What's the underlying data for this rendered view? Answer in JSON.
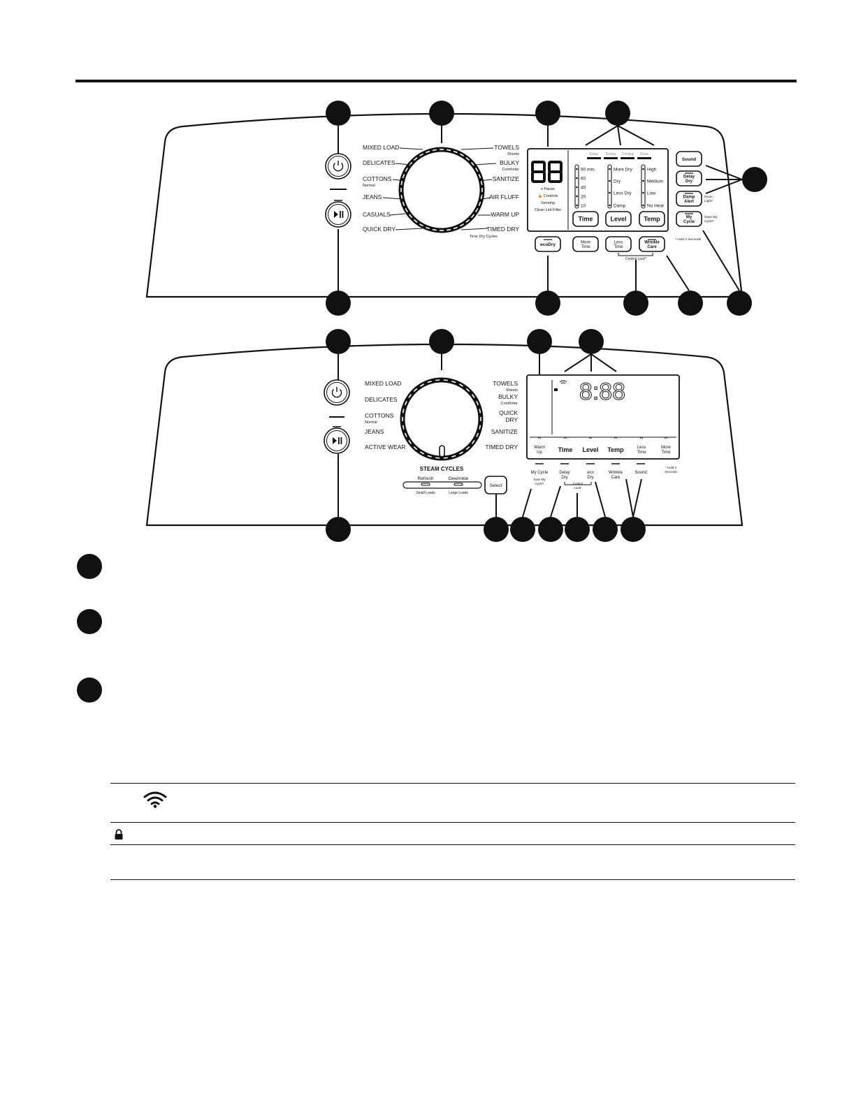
{
  "panel1": {
    "cycles_left": [
      {
        "label": "MIXED LOAD",
        "sub": ""
      },
      {
        "label": "DELICATES",
        "sub": ""
      },
      {
        "label": "COTTONS",
        "sub": "Normal"
      },
      {
        "label": "JEANS",
        "sub": ""
      },
      {
        "label": "CASUALS",
        "sub": ""
      },
      {
        "label": "QUICK DRY",
        "sub": ""
      }
    ],
    "cycles_right": [
      {
        "label": "TOWELS",
        "sub": "Sheets"
      },
      {
        "label": "BULKY",
        "sub": "Comforter"
      },
      {
        "label": "SANITIZE",
        "sub": ""
      },
      {
        "label": "AIR FLUFF",
        "sub": ""
      },
      {
        "label": "WARM UP",
        "sub": ""
      },
      {
        "label": "TIMED DRY",
        "sub": ""
      }
    ],
    "time_dry_cycles": "Time Dry Cycles",
    "display_digits": "88",
    "status_lines": [
      "⏸ Pause",
      "🔒 Controls",
      "Sensing",
      "Clean Lint Filter"
    ],
    "status_bar": [
      "Delay",
      "Drying",
      "Cooling",
      "Done"
    ],
    "time_options": [
      "90 min.",
      "60",
      "40",
      "20",
      "10"
    ],
    "level_options": [
      "More Dry",
      "Dry",
      "Less Dry",
      "Damp"
    ],
    "temp_options": [
      "High",
      "Medium",
      "Low",
      "No Heat"
    ],
    "time_button": "Time",
    "level_button": "Level",
    "temp_button": "Temp",
    "ecodry_button": "ecoDry",
    "more_time_button": [
      "More",
      "Time"
    ],
    "less_time_button": [
      "Less",
      "Time"
    ],
    "wrinkle_care_button": [
      "Wrinkle",
      "Care"
    ],
    "control_lock": "Control Lock*",
    "sound_button": "Sound",
    "delay_dry_button": [
      "Delay",
      "Dry"
    ],
    "damp_alert_button": [
      "Damp",
      "Alert"
    ],
    "my_cycle_button": [
      "My",
      "Cycle"
    ],
    "drum_light": [
      "Drum",
      "Light*"
    ],
    "save_my_cycle": [
      "Save My",
      "Cycle*"
    ],
    "hold_note": "* Hold 3 Seconds"
  },
  "panel2": {
    "cycles_left": [
      {
        "label": "MIXED LOAD",
        "sub": ""
      },
      {
        "label": "DELICATES",
        "sub": ""
      },
      {
        "label": "COTTONS",
        "sub": "Normal"
      },
      {
        "label": "JEANS",
        "sub": ""
      },
      {
        "label": "ACTIVE WEAR",
        "sub": ""
      }
    ],
    "cycles_right": [
      {
        "label": "TOWELS",
        "sub": "Sheets"
      },
      {
        "label": "BULKY",
        "sub": "Comforter"
      },
      {
        "label": "QUICK",
        "sub": "DRY"
      },
      {
        "label": "SANITIZE",
        "sub": ""
      },
      {
        "label": "TIMED DRY",
        "sub": ""
      }
    ],
    "steam_title": "STEAM CYCLES",
    "refresh": "Refresh",
    "dewrinkle": "Dewrinkle",
    "small_loads": "Small Loads",
    "large_loads": "Large Loads",
    "select_button": "Select",
    "display_time": "8:88",
    "buttons": [
      [
        "Warm",
        "Up"
      ],
      [
        "Time"
      ],
      [
        "Level"
      ],
      [
        "Temp"
      ],
      [
        "Less",
        "Time"
      ],
      [
        "More",
        "Time"
      ]
    ],
    "secondary": [
      [
        "My Cycle"
      ],
      [
        "Delay",
        "Dry"
      ],
      [
        "eco",
        "Dry"
      ],
      [
        "Wrinkle",
        "Care"
      ],
      [
        "Sound"
      ]
    ],
    "save_my_cycle": [
      "Save My",
      "Cycle*"
    ],
    "control_lock": [
      "Control",
      "Lock*"
    ],
    "hold_note": [
      "* Hold 3",
      "Seconds"
    ]
  },
  "icons": {
    "wifi": "wifi-icon",
    "lock": "lock-icon"
  }
}
